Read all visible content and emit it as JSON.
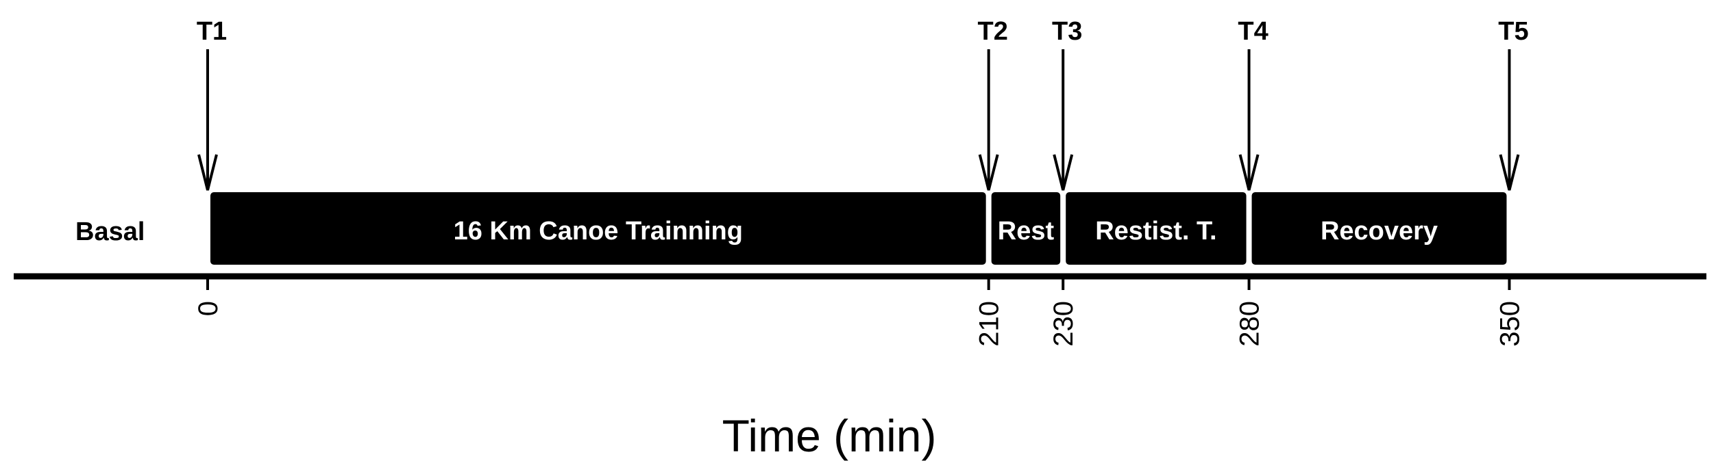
{
  "diagram": {
    "basal_label": "Basal",
    "axis_title": "Time (min)",
    "ticks": [
      {
        "value": 0,
        "label": "0"
      },
      {
        "value": 210,
        "label": "210"
      },
      {
        "value": 230,
        "label": "230"
      },
      {
        "value": 280,
        "label": "280"
      },
      {
        "value": 350,
        "label": "350"
      }
    ],
    "markers": [
      {
        "label": "T1",
        "time": 0
      },
      {
        "label": "T2",
        "time": 210
      },
      {
        "label": "T3",
        "time": 230
      },
      {
        "label": "T4",
        "time": 280
      },
      {
        "label": "T5",
        "time": 350
      }
    ],
    "phases": [
      {
        "label": "16 Km Canoe Trainning",
        "start": 0,
        "end": 210
      },
      {
        "label": "Rest",
        "start": 210,
        "end": 230
      },
      {
        "label": "Restist. T.",
        "start": 230,
        "end": 280
      },
      {
        "label": "Recovery",
        "start": 280,
        "end": 350
      }
    ],
    "colors": {
      "phase_fill": "#000000",
      "phase_text": "#ffffff",
      "line": "#000000"
    }
  }
}
